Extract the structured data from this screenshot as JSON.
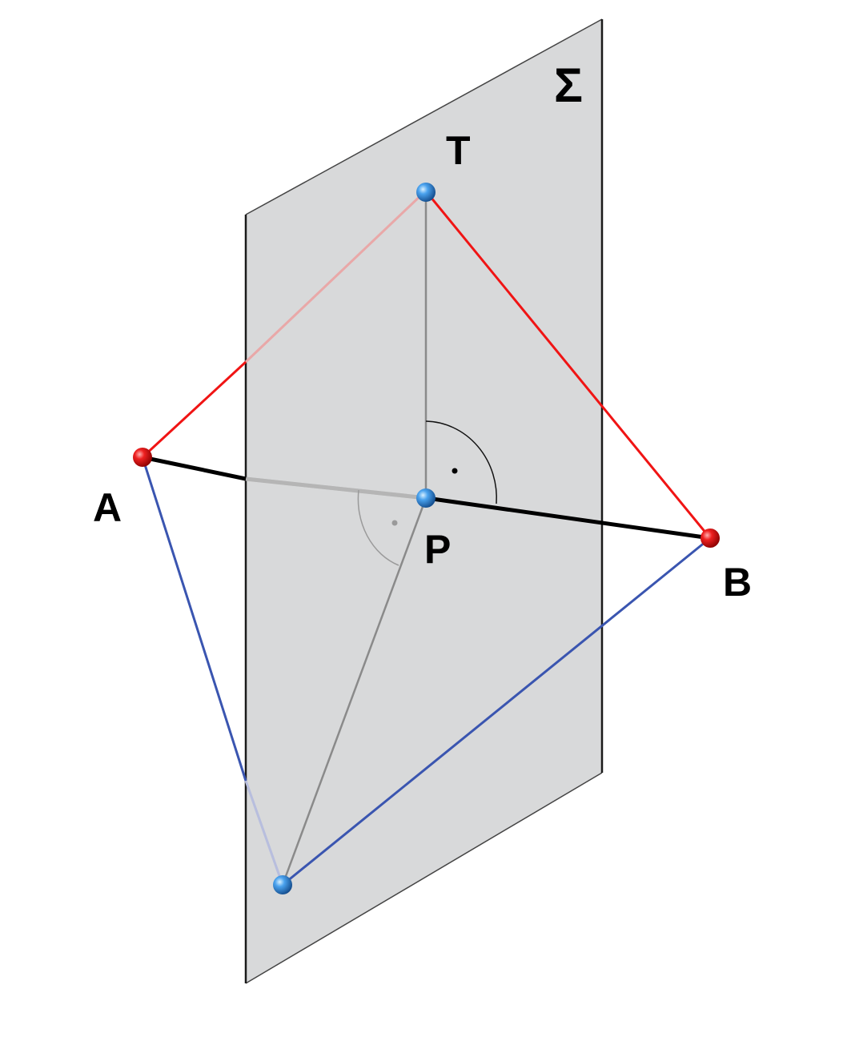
{
  "diagram": {
    "plane_label": "Σ",
    "points": {
      "A": "A",
      "B": "B",
      "T": "T",
      "P": "P"
    },
    "colors": {
      "plane_fill": "#d5d6d7",
      "plane_edge": "#1a1a1a",
      "red_segments": "#f01414",
      "blue_segments": "#3a55b0",
      "segment_AB": "#000000",
      "plane_lines": "#8a8a8a",
      "red_point": "#e01010",
      "blue_point": "#3a8fe0"
    }
  }
}
